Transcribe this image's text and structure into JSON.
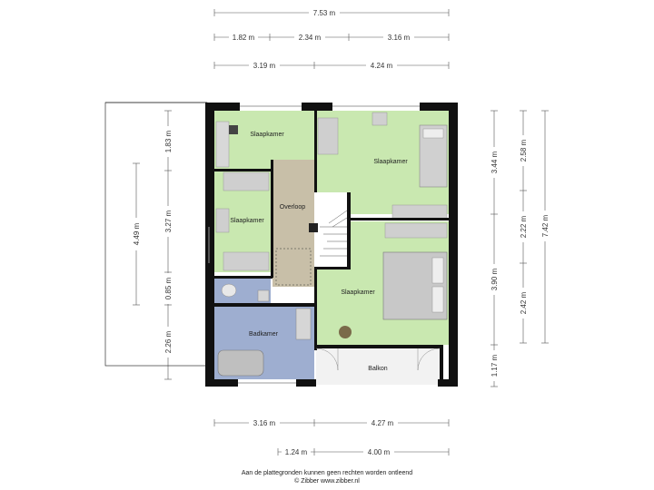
{
  "dimensions": {
    "top_total": "7.53 m",
    "top_row2": [
      "1.82 m",
      "2.34 m",
      "3.16 m"
    ],
    "top_row3": [
      "3.19 m",
      "4.24 m"
    ],
    "bottom_row1": [
      "3.16 m",
      "4.27 m"
    ],
    "bottom_row2": [
      "1.24 m",
      "4.00 m"
    ],
    "left_outer": "4.49 m",
    "left_inner": [
      "1.83 m",
      "3.27 m",
      "0.85 m",
      "2.26 m"
    ],
    "right_inner": [
      "3.44 m",
      "3.90 m",
      "1.17 m"
    ],
    "right_mid": [
      "2.58 m",
      "2.22 m",
      "2.42 m"
    ],
    "right_outer": "7.42 m"
  },
  "rooms": {
    "slaapkamer_top_left": "Slaapkamer",
    "slaapkamer_top_right": "Slaapkamer",
    "slaapkamer_mid_left": "Slaapkamer",
    "overloop": "Overloop",
    "slaapkamer_bottom_right": "Slaapkamer",
    "badkamer": "Badkamer",
    "balkon": "Balkon"
  },
  "footer": {
    "disclaimer": "Aan de plattegronden kunnen geen rechten worden ontleend",
    "credit": "© Zibber www.zibber.nl"
  },
  "colors": {
    "bedroom": "#c9e8b0",
    "landing": "#c8bfa8",
    "bathroom": "#9eaed0",
    "wall": "#111111",
    "balcony": "#f2f2f2"
  }
}
